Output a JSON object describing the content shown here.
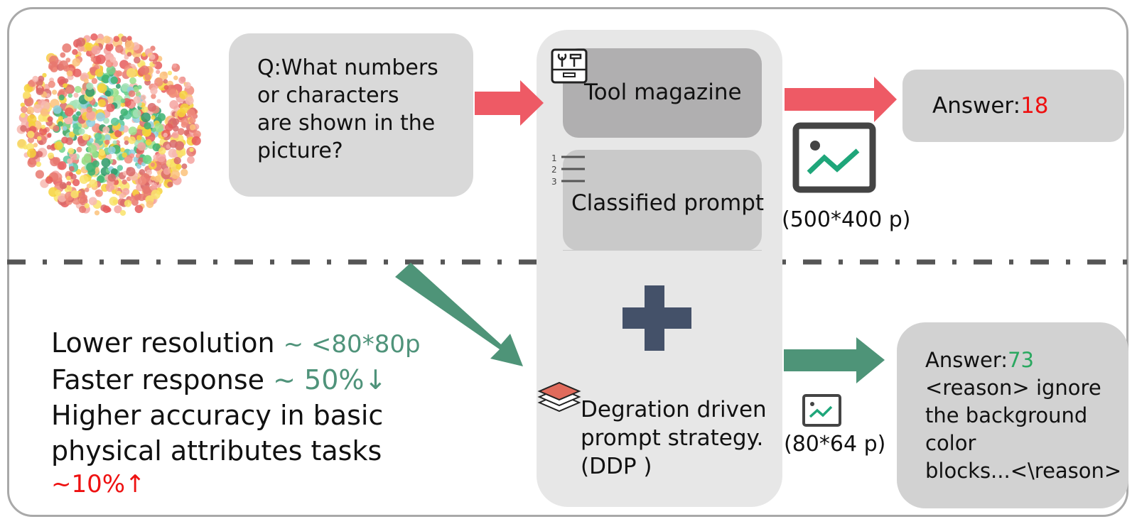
{
  "colors": {
    "red_arrow": "#ee5a65",
    "green_arrow": "#4e9478",
    "plus": "#445169",
    "answer_wrong": "#ee1111",
    "answer_right": "#2aa860",
    "teal_text": "#4f937a",
    "divider": "#555555"
  },
  "question": {
    "lines": [
      "Q:What numbers",
      "or characters",
      "are shown in the",
      "picture?"
    ]
  },
  "center": {
    "tool_magazine": "Tool magazine",
    "classified_prompt": "Classified prompt",
    "list_numbers": [
      "1",
      "2",
      "3"
    ],
    "ddp_lines": [
      "Degration driven",
      "prompt strategy.",
      "(DDP )"
    ]
  },
  "top_output": {
    "answer_label": "Answer:",
    "answer_value": "18",
    "resolution": "(500*400 p)"
  },
  "bottom_output": {
    "answer_label": "Answer:",
    "answer_value": "73",
    "reason_lines": [
      "<reason> ignore",
      "the background",
      "color",
      "blocks...<\\reason>"
    ],
    "resolution": "(80*64 p)"
  },
  "benefits": {
    "line1_text": "Lower resolution ",
    "line1_value": "~ <80*80p",
    "line2_text": "Faster response ",
    "line2_value": "~ 50%↓",
    "line3_text": "Higher accuracy in basic",
    "line4_text": "physical attributes tasks",
    "line5_value": "~10%↑"
  },
  "icons": {
    "toolbox": "toolbox-icon",
    "list": "numbered-list-icon",
    "layers": "layers-icon",
    "image_large": "image-chart-icon",
    "image_small": "image-chart-icon",
    "plus": "plus-icon",
    "plate": "ishihara-plate-image"
  }
}
